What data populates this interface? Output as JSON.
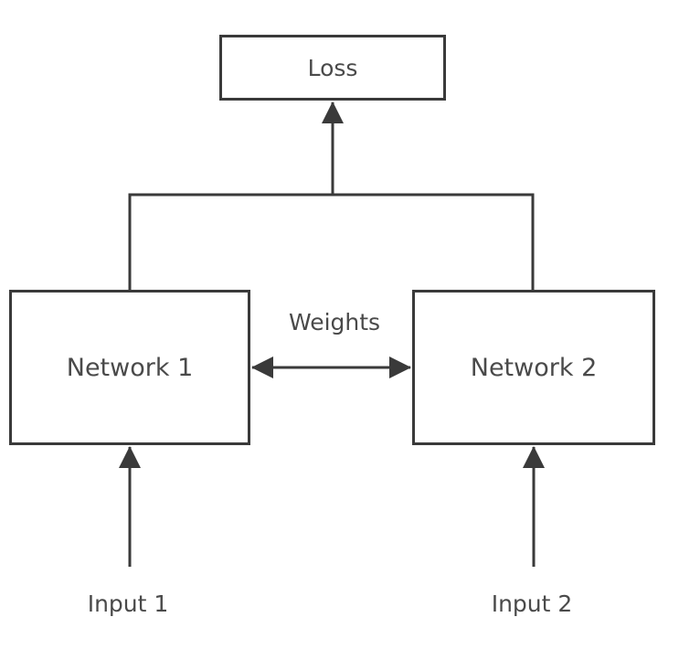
{
  "diagram": {
    "nodes": {
      "loss": "Loss",
      "network1": "Network 1",
      "network2": "Network 2"
    },
    "labels": {
      "weights": "Weights",
      "input1": "Input 1",
      "input2": "Input 2"
    },
    "colors": {
      "line": "#3a3a3a",
      "text": "#4a4a4a",
      "background": "#ffffff"
    },
    "edges": [
      {
        "from": "Input 1",
        "to": "Network 1",
        "type": "arrow"
      },
      {
        "from": "Input 2",
        "to": "Network 2",
        "type": "arrow"
      },
      {
        "from": "Network 1",
        "to": "Loss",
        "type": "merged-line-arrow"
      },
      {
        "from": "Network 2",
        "to": "Loss",
        "type": "merged-line-arrow"
      },
      {
        "from": "Network 1",
        "to": "Network 2",
        "type": "bidirectional-arrow"
      }
    ]
  }
}
